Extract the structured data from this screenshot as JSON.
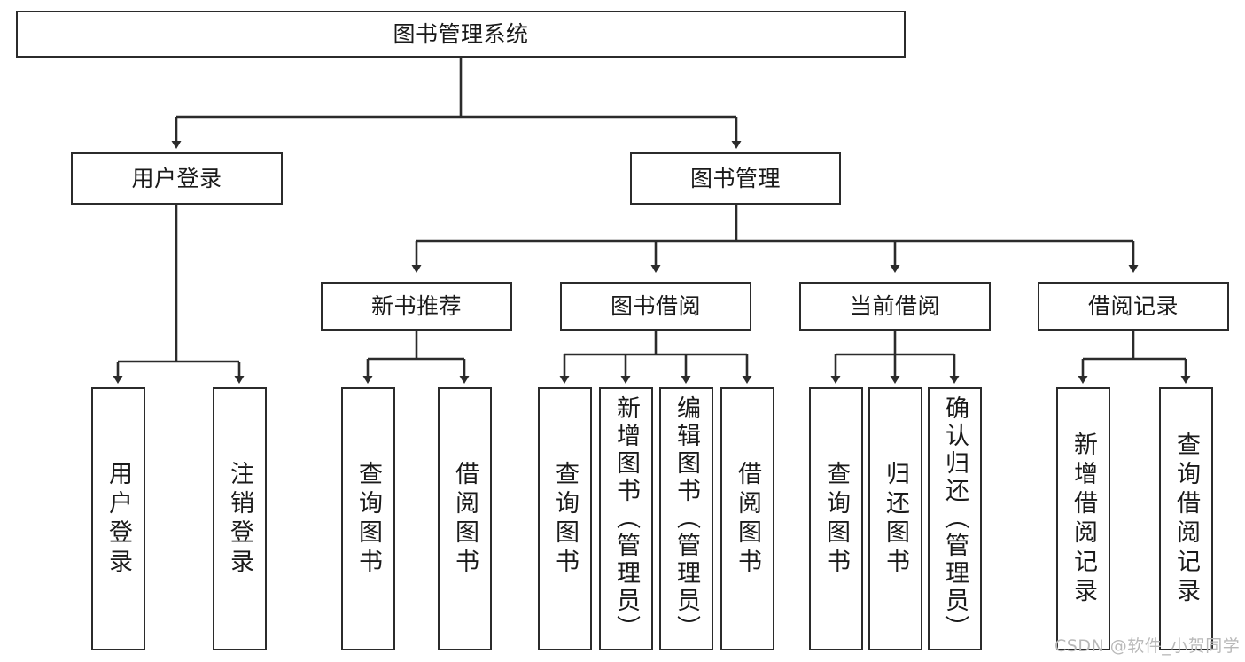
{
  "diagram": {
    "title": "图书管理系统",
    "type": "tree-hierarchy",
    "stroke_color": "#2b2b2b",
    "fill_color": "#ffffff",
    "background": "#ffffff",
    "root": {
      "label": "图书管理系统"
    },
    "level2": [
      {
        "label": "用户登录"
      },
      {
        "label": "图书管理"
      }
    ],
    "level3": [
      {
        "label": "新书推荐"
      },
      {
        "label": "图书借阅"
      },
      {
        "label": "当前借阅"
      },
      {
        "label": "借阅记录"
      }
    ],
    "leaves": {
      "user_login": [
        {
          "label": "用户登录"
        },
        {
          "label": "注销登录"
        }
      ],
      "new_book_recommend": [
        {
          "label": "查询图书"
        },
        {
          "label": "借阅图书"
        }
      ],
      "book_borrow": [
        {
          "label": "查询图书"
        },
        {
          "label": "新增图书（管理员）"
        },
        {
          "label": "编辑图书（管理员）"
        },
        {
          "label": "借阅图书"
        }
      ],
      "current_borrow": [
        {
          "label": "查询图书"
        },
        {
          "label": "归还图书"
        },
        {
          "label": "确认归还（管理员）"
        }
      ],
      "borrow_record": [
        {
          "label": "新增借阅记录"
        },
        {
          "label": "查询借阅记录"
        }
      ]
    }
  },
  "watermark": {
    "text": "CSDN @软件_小贺同学"
  }
}
